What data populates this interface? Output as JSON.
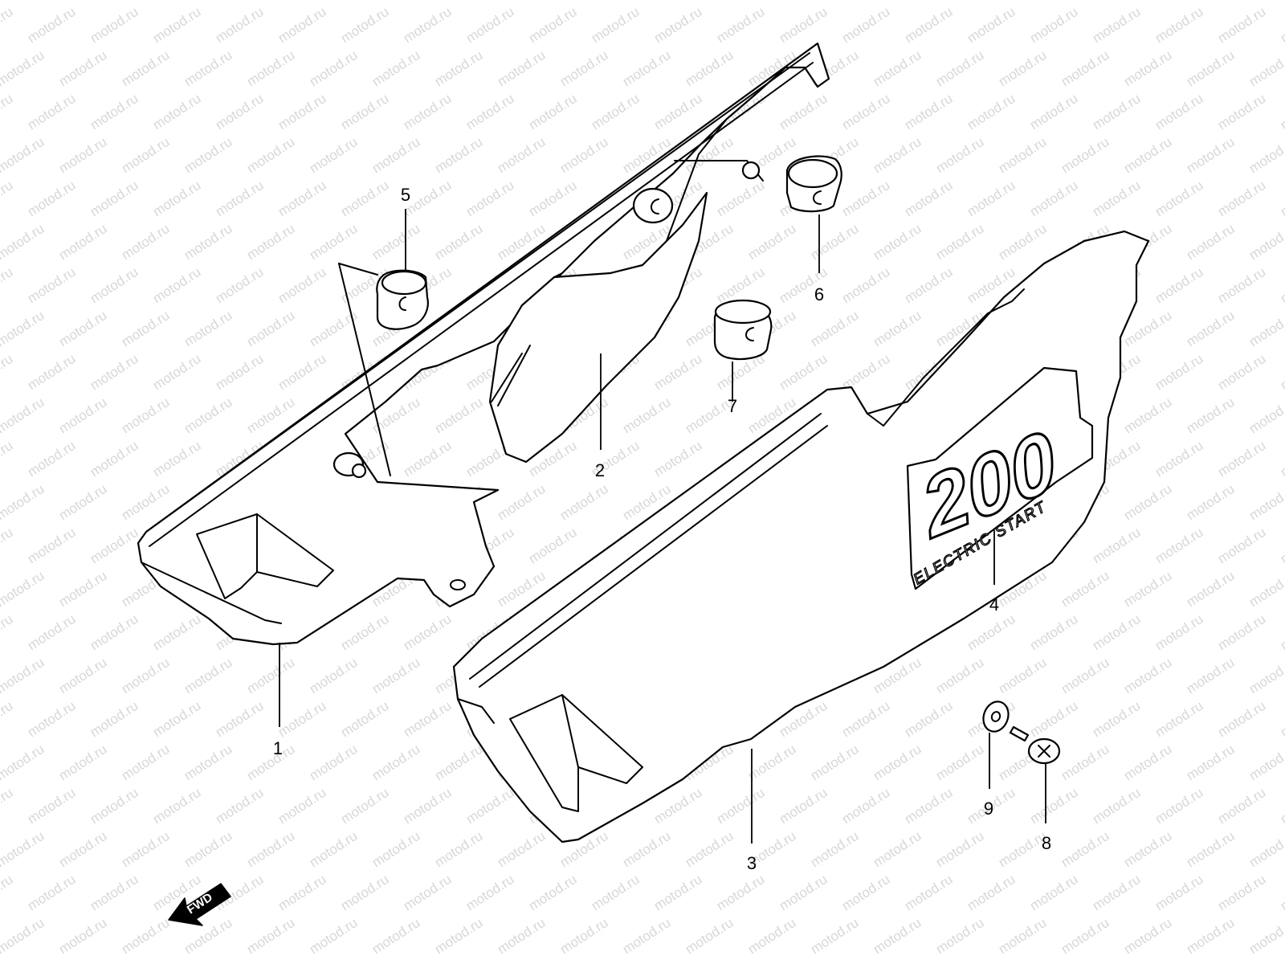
{
  "watermark": {
    "text": "motod.ru"
  },
  "callouts": [
    {
      "id": "1",
      "label": "1"
    },
    {
      "id": "2",
      "label": "2"
    },
    {
      "id": "3",
      "label": "3"
    },
    {
      "id": "4",
      "label": "4"
    },
    {
      "id": "5",
      "label": "5"
    },
    {
      "id": "6",
      "label": "6"
    },
    {
      "id": "7",
      "label": "7"
    },
    {
      "id": "8",
      "label": "8"
    },
    {
      "id": "9",
      "label": "9"
    }
  ],
  "decal": {
    "model_number": "200",
    "subtitle": "ELECTRIC START"
  },
  "direction_arrow": {
    "label": "FWD"
  }
}
